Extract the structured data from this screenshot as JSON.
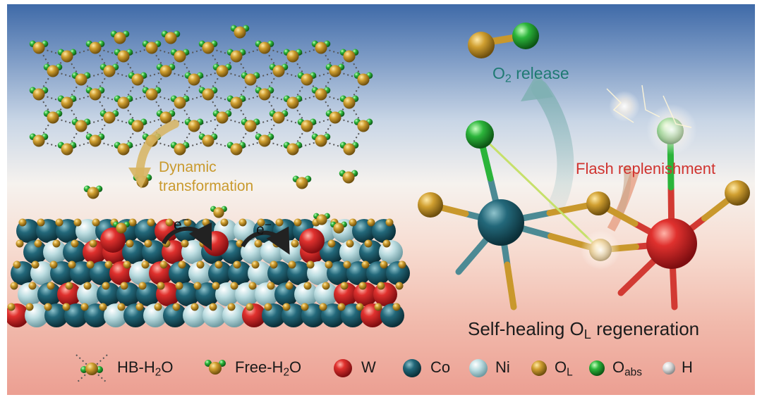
{
  "labels": {
    "dynamic_line1": "Dynamic",
    "dynamic_line2": "transformation",
    "electron": "e",
    "electron_sup": "−",
    "o2_prefix": "O",
    "o2_sub": "2",
    "o2_suffix": " release",
    "flash": "Flash replenishment",
    "heal_prefix": "Self-healing O",
    "heal_sub": "L",
    "heal_suffix": " regeneration"
  },
  "legend": [
    {
      "icon": "hb-h2o-icon",
      "text": "HB-H",
      "sub": "2",
      "after": "O"
    },
    {
      "icon": "free-h2o-icon",
      "text": "Free-H",
      "sub": "2",
      "after": "O"
    },
    {
      "icon": "w-atom-icon",
      "text": "W",
      "sub": "",
      "after": ""
    },
    {
      "icon": "co-atom-icon",
      "text": "Co",
      "sub": "",
      "after": ""
    },
    {
      "icon": "ni-atom-icon",
      "text": "Ni",
      "sub": "",
      "after": ""
    },
    {
      "icon": "ol-atom-icon",
      "text": "O",
      "sub": "L",
      "after": ""
    },
    {
      "icon": "oabs-atom-icon",
      "text": "O",
      "sub": "abs",
      "after": ""
    },
    {
      "icon": "h-atom-icon",
      "text": "H",
      "sub": "",
      "after": ""
    }
  ],
  "colors": {
    "W": "#d8282b",
    "Co": "#1f5f6e",
    "Ni": "#b9dce0",
    "O_L": "#c9982c",
    "O_abs": "#2bb43a",
    "H": "#d7d7d7",
    "dynamic_text": "#c99a2e",
    "o2_text": "#1f7a73",
    "flash_text": "#d0332f"
  }
}
